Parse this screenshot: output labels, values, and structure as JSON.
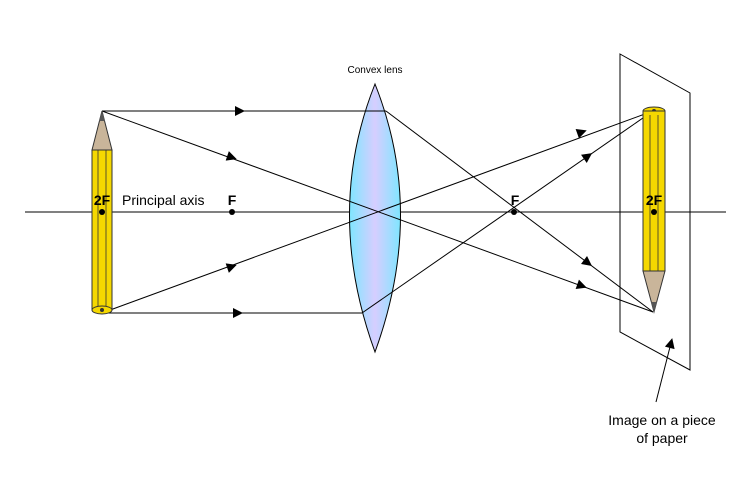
{
  "labels": {
    "lens": "Convex lens",
    "principal_axis": "Principal axis",
    "focal_left": "F",
    "focal_right": "F",
    "twice_focal_object": "2F",
    "twice_focal_image": "2F",
    "image_caption_line1": "Image on a piece",
    "image_caption_line2": "of paper"
  },
  "colors": {
    "lens_center": "#d6ceff",
    "lens_edge": "#7fe6ff",
    "pencil_body": "#f5d800",
    "pencil_outline": "#333333",
    "pencil_wood": "#c9b59a",
    "pencil_lead": "#555555",
    "line": "#000000"
  }
}
